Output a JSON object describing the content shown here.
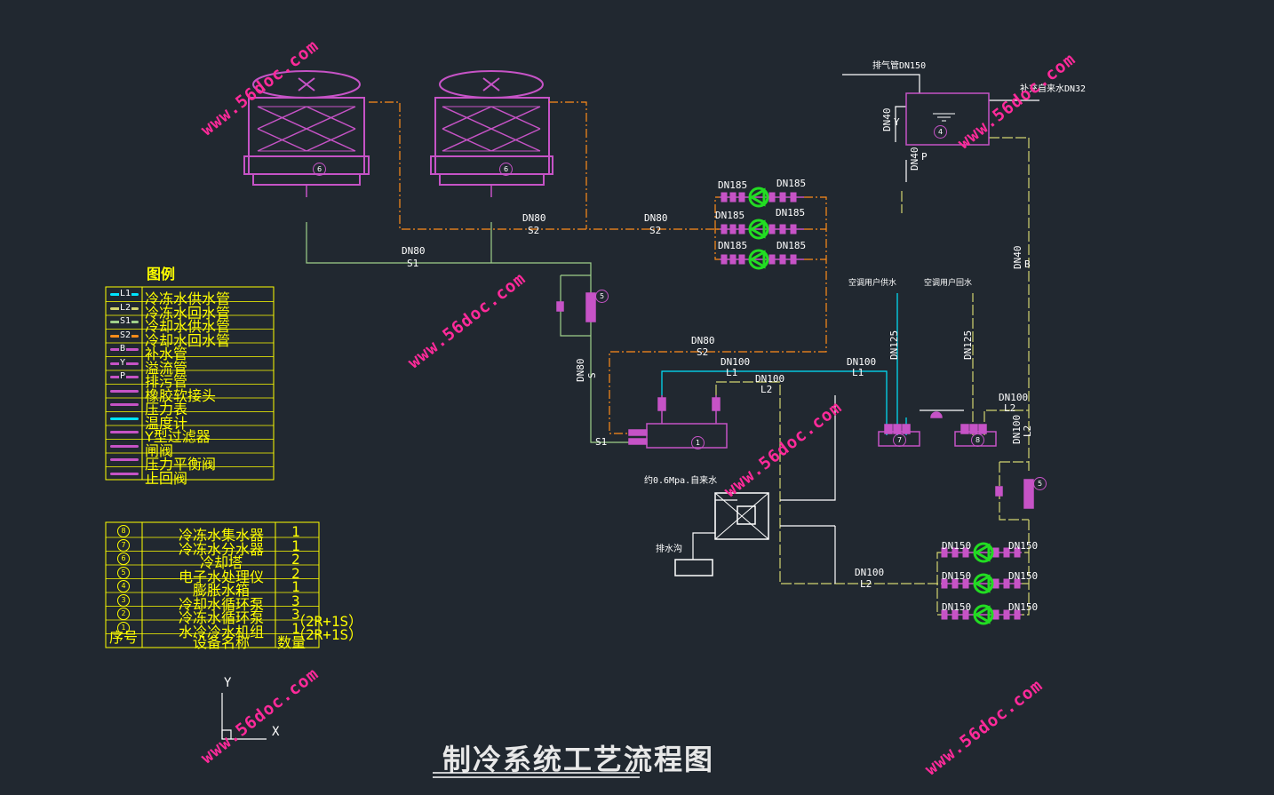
{
  "title": "制冷系统工艺流程图",
  "watermark": "www.56doc.com",
  "legend": {
    "heading": "图例",
    "items": [
      {
        "code": "L1",
        "label": "冷冻水供水管",
        "color": "#00e5ff"
      },
      {
        "code": "L2",
        "label": "冷冻水回水管",
        "color": "#d4d470"
      },
      {
        "code": "S1",
        "label": "冷却水供水管",
        "color": "#9fd08a"
      },
      {
        "code": "S2",
        "label": "冷却水回水管",
        "color": "#ff8c1a"
      },
      {
        "code": "B",
        "label": "补水管",
        "color": "#c653c6"
      },
      {
        "code": "Y",
        "label": "溢流管",
        "color": "#c653c6"
      },
      {
        "code": "P",
        "label": "排污管",
        "color": "#c653c6"
      },
      {
        "code": "",
        "label": "橡胶软接头",
        "color": "#c653c6"
      },
      {
        "code": "",
        "label": "压力表",
        "color": "#c653c6"
      },
      {
        "code": "",
        "label": "温度计",
        "color": "#00e5ff"
      },
      {
        "code": "",
        "label": "Y型过滤器",
        "color": "#c653c6"
      },
      {
        "code": "",
        "label": "闸阀",
        "color": "#c653c6"
      },
      {
        "code": "",
        "label": "压力平衡阀",
        "color": "#c653c6"
      },
      {
        "code": "",
        "label": "止回阀",
        "color": "#c653c6"
      }
    ]
  },
  "equipment": {
    "header": {
      "no": "序号",
      "name": "设备名称",
      "qty": "数量"
    },
    "rows": [
      {
        "no": "8",
        "name": "冷冻水集水器",
        "qty": "1"
      },
      {
        "no": "7",
        "name": "冷冻水分水器",
        "qty": "1"
      },
      {
        "no": "6",
        "name": "冷却塔",
        "qty": "2"
      },
      {
        "no": "5",
        "name": "电子水处理仪",
        "qty": "2"
      },
      {
        "no": "4",
        "name": "膨胀水箱",
        "qty": "1"
      },
      {
        "no": "3",
        "name": "冷却水循环泵",
        "qty": "3（2R+1S）"
      },
      {
        "no": "2",
        "name": "冷冻水循环泵",
        "qty": "3（2R+1S）"
      },
      {
        "no": "1",
        "name": "水冷冷水机组",
        "qty": "1"
      }
    ]
  },
  "annotations": {
    "exhaust": "排气管DN150",
    "makeup": "补充自来水DN32",
    "dn40a": "DN40",
    "dn40b": "DN40",
    "dn40c": "DN40",
    "y_tag": "Y",
    "p_tag": "P",
    "b_tag": "B",
    "dn80_s1": "DN80",
    "s1_tag": "S1",
    "dn80_s2a": "DN80",
    "s2_tag_a": "S2",
    "dn80_s2b": "DN80",
    "s2_tag_b": "S2",
    "dn80_s2c": "DN80",
    "s2_tag_c": "S2",
    "dn80_vert": "DN80",
    "s1_vert": "S",
    "s1_pump": "S1",
    "dn100_l1a": "DN100",
    "l1_tag_a": "L1",
    "dn100_l2a": "DN100",
    "l2_tag_a": "L2",
    "dn100_l1b": "DN100",
    "l1_tag_b": "L1",
    "dn100_l2b": "DN100",
    "l2_tag_b": "L2",
    "dn100_l2c": "DN100",
    "l2_tag_c": "L2",
    "dn100_vert": "DN100",
    "l2_vert": "L2",
    "dn125a": "DN125",
    "dn125b": "DN125",
    "supply_user": "空调用户供水",
    "return_user": "空调用户回水",
    "pressure_note": "约0.6Mpa.自来水",
    "drain": "排水沟",
    "dn185": "DN185",
    "dn150": "DN150",
    "axis_y": "Y",
    "axis_x": "X"
  },
  "colors": {
    "equipment": "#c653c6",
    "chilled_supply": "#00e5ff",
    "chilled_return": "#d4d470",
    "cooling_supply": "#9fd08a",
    "cooling_return": "#ff8c1a",
    "pump": "#22dd22",
    "table": "#ffff00",
    "background": "#212830"
  }
}
